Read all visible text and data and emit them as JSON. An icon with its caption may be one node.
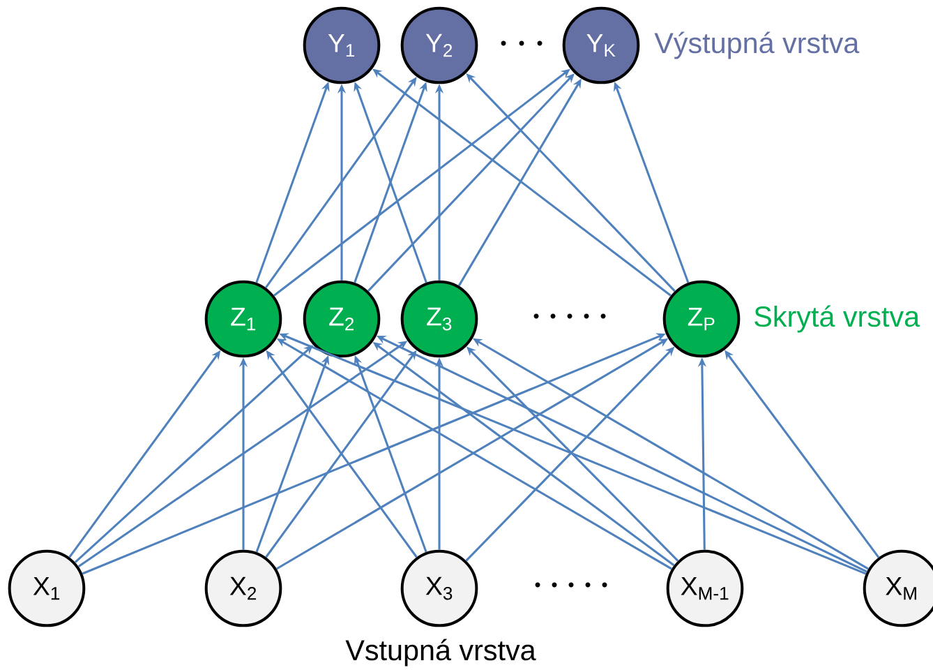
{
  "diagram": {
    "nodes": [
      {
        "text": [
          "Y$_{1}$"
        ]
      },
      {
        "text": [
          "Y$_{2}$"
        ]
      },
      {
        "text": [
          "Y$_{K}$"
        ]
      },
      {
        "text": [
          "Z$_{1}$"
        ]
      },
      {
        "text": [
          "Z$_{2}$"
        ]
      },
      {
        "text": [
          "Z$_{3}$"
        ]
      },
      {
        "text": [
          "Z$_{P}$"
        ]
      },
      {
        "text": [
          "X$_{1}$"
        ]
      },
      {
        "text": [
          "X$_{2}$"
        ]
      },
      {
        "text": [
          "X$_{3}$"
        ]
      },
      {
        "text": [
          "X$_{M-1}$"
        ]
      },
      {
        "text": [
          "X$_{M}$"
        ]
      }
    ],
    "edges": [
      {
        "from": 3,
        "to": 0,
        "arrow": "to"
      },
      {
        "from": 3,
        "to": 1,
        "arrow": "to"
      },
      {
        "from": 3,
        "to": 2,
        "arrow": "to"
      },
      {
        "from": 4,
        "to": 0,
        "arrow": "to"
      },
      {
        "from": 4,
        "to": 1,
        "arrow": "to"
      },
      {
        "from": 4,
        "to": 2,
        "arrow": "to"
      },
      {
        "from": 5,
        "to": 0,
        "arrow": "to"
      },
      {
        "from": 5,
        "to": 1,
        "arrow": "to"
      },
      {
        "from": 5,
        "to": 2,
        "arrow": "to"
      },
      {
        "from": 6,
        "to": 0,
        "arrow": "to"
      },
      {
        "from": 6,
        "to": 1,
        "arrow": "to"
      },
      {
        "from": 6,
        "to": 2,
        "arrow": "to"
      },
      {
        "from": 7,
        "to": 3,
        "arrow": "to"
      },
      {
        "from": 7,
        "to": 4,
        "arrow": "to"
      },
      {
        "from": 7,
        "to": 5,
        "arrow": "to"
      },
      {
        "from": 7,
        "to": 6,
        "arrow": "to"
      },
      {
        "from": 8,
        "to": 3,
        "arrow": "to"
      },
      {
        "from": 8,
        "to": 4,
        "arrow": "to"
      },
      {
        "from": 8,
        "to": 5,
        "arrow": "to"
      },
      {
        "from": 8,
        "to": 6,
        "arrow": "to"
      },
      {
        "from": 9,
        "to": 3,
        "arrow": "to"
      },
      {
        "from": 9,
        "to": 4,
        "arrow": "to"
      },
      {
        "from": 9,
        "to": 5,
        "arrow": "to"
      },
      {
        "from": 9,
        "to": 6,
        "arrow": "to"
      },
      {
        "from": 10,
        "to": 3,
        "arrow": "to"
      },
      {
        "from": 10,
        "to": 4,
        "arrow": "to"
      },
      {
        "from": 10,
        "to": 5,
        "arrow": "to"
      },
      {
        "from": 10,
        "to": 6,
        "arrow": "to"
      },
      {
        "from": 11,
        "to": 3,
        "arrow": "to"
      },
      {
        "from": 11,
        "to": 4,
        "arrow": "to"
      },
      {
        "from": 11,
        "to": 5,
        "arrow": "to"
      },
      {
        "from": 11,
        "to": 6,
        "arrow": "to"
      }
    ],
    "labels": [
      "Výstupná vrstva",
      "Skrytá vrstva",
      "Vstupná vrstva"
    ]
  }
}
